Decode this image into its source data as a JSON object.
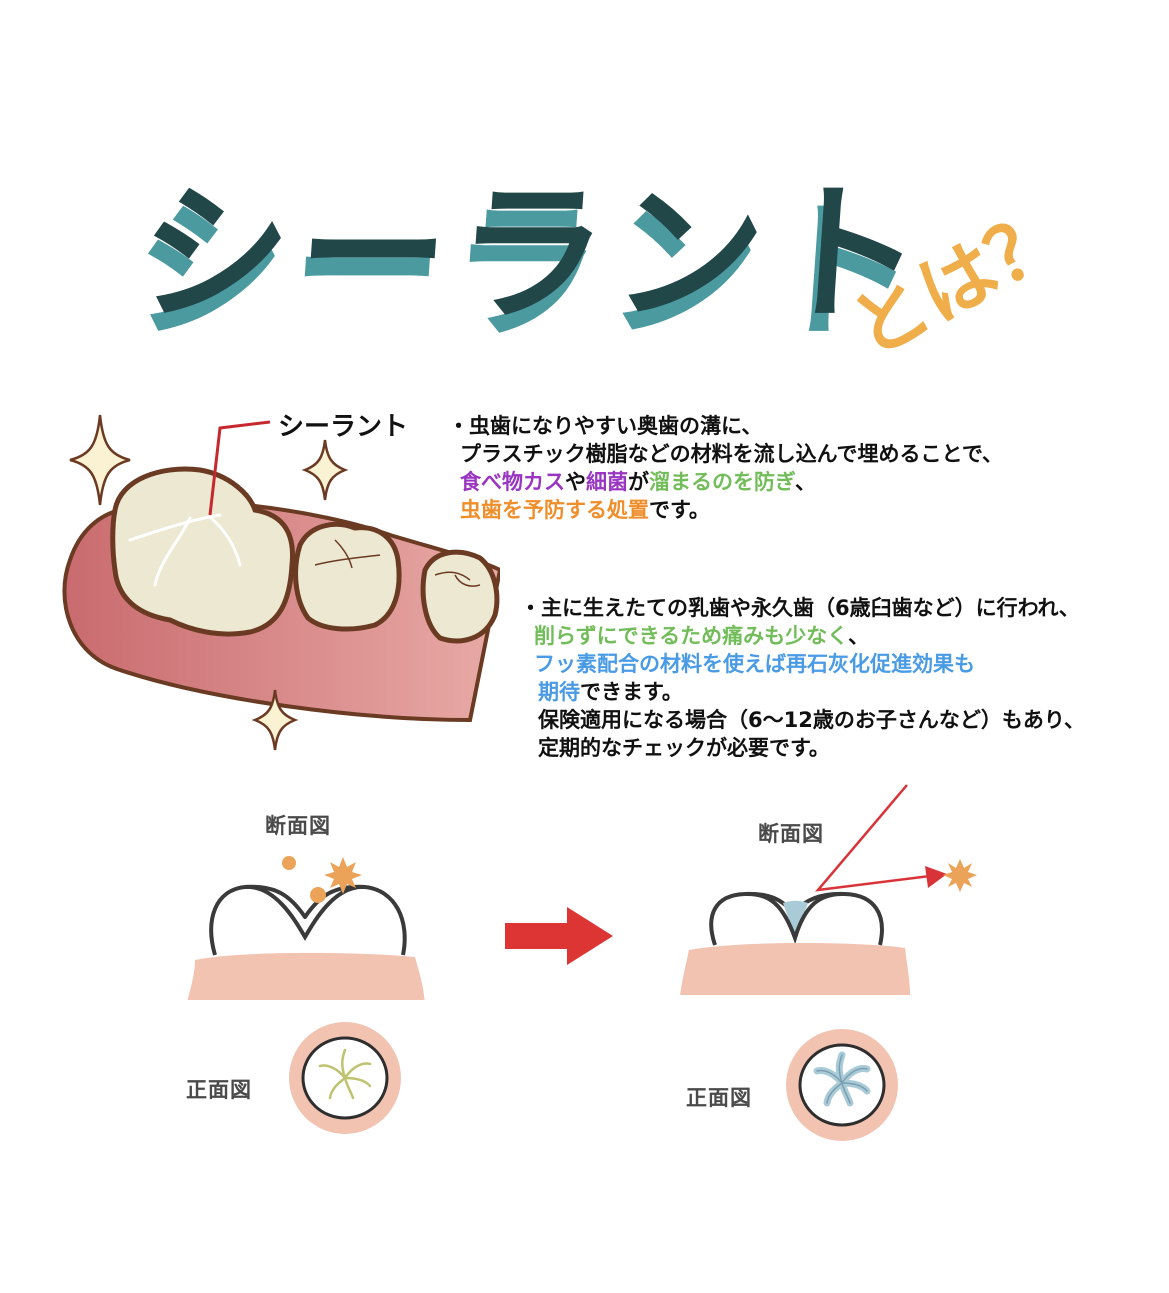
{
  "title": {
    "main": "シーラント",
    "suffix": "とは？",
    "colors": {
      "main": "#214749",
      "shadow": "#4b9aa0",
      "suffix": "#f0ae4a"
    }
  },
  "illustration": {
    "callout_label": "シーラント",
    "icons": [
      "sparkle-icon",
      "molar-tooth-icon",
      "gum-icon",
      "callout-line-icon"
    ]
  },
  "paragraph1": {
    "lines": [
      [
        {
          "text": "・虫歯になりやすい奥歯の溝に、",
          "color": "black"
        }
      ],
      [
        {
          "text": "プラスチック樹脂などの材料を流し込んで埋めることで、",
          "color": "black"
        }
      ],
      [
        {
          "text": "食べ物カス",
          "color": "purple"
        },
        {
          "text": "や",
          "color": "black"
        },
        {
          "text": "細菌",
          "color": "purple"
        },
        {
          "text": "が",
          "color": "black"
        },
        {
          "text": "溜まるのを防ぎ",
          "color": "green"
        },
        {
          "text": "、",
          "color": "black"
        }
      ],
      [
        {
          "text": "虫歯を予防する処置",
          "color": "orange"
        },
        {
          "text": "です。",
          "color": "black"
        }
      ]
    ]
  },
  "paragraph2": {
    "lines": [
      [
        {
          "text": "・主に生えたての乳歯や永久歯（6歳臼歯など）に行われ、",
          "color": "black"
        }
      ],
      [
        {
          "text": "削らずにできるため痛みも少なく",
          "color": "green"
        },
        {
          "text": "、",
          "color": "black"
        }
      ],
      [
        {
          "text": "フッ素配合の材料を使えば再石灰化促進効果も",
          "color": "blue"
        }
      ],
      [
        {
          "text": "期待",
          "color": "blue"
        },
        {
          "text": "できます。",
          "color": "black"
        }
      ],
      [
        {
          "text": "保険適用になる場合（6〜12歳のお子さんなど）もあり、",
          "color": "black"
        }
      ],
      [
        {
          "text": "定期的なチェックが必要です。",
          "color": "black"
        }
      ]
    ]
  },
  "diagram_before": {
    "cross_section_label": "断面図",
    "front_view_label": "正面図"
  },
  "diagram_after": {
    "cross_section_label": "断面図",
    "front_view_label": "正面図"
  },
  "colors": {
    "purple": "#9a35c2",
    "green": "#72bd5a",
    "orange": "#ef8e2b",
    "blue": "#4a9be6",
    "arrow_red": "#dd3434",
    "gum_pink": "#f3c3b2",
    "bacteria_orange": "#eba35a",
    "sealant_blue": "#a9cbd8"
  }
}
